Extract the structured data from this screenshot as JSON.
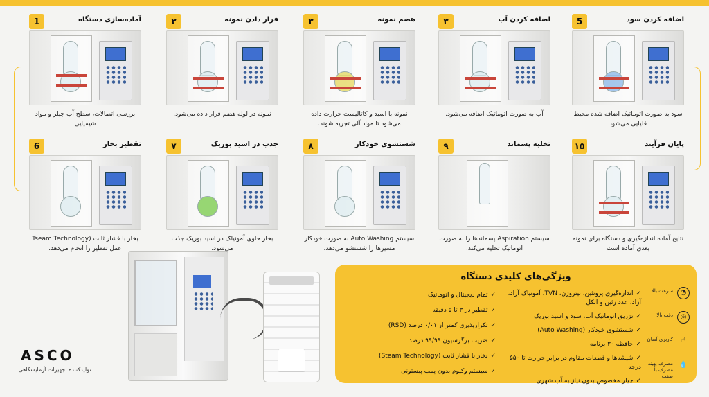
{
  "colors": {
    "accent": "#f6c230",
    "text": "#1e1e1e",
    "screen": "#3f6fd0"
  },
  "steps": [
    {
      "num": "1",
      "title": "آماده‌سازی دستگاه",
      "desc": "بررسی اتصالات، سطح آب چیلر و مواد شیمیایی"
    },
    {
      "num": "۲",
      "title": "قرار دادن نمونه",
      "desc": "نمونه در لوله هضم قرار داده می‌شود."
    },
    {
      "num": "۳",
      "title": "هضم نمونه",
      "desc": "نمونه با اسید و کاتالیست حرارت داده می‌شود تا مواد آلی تجزیه شوند."
    },
    {
      "num": "۳",
      "title": "اضافه کردن آب",
      "desc": "آب به صورت اتوماتیک اضافه می‌شود."
    },
    {
      "num": "5",
      "title": "اضافه کردن سود",
      "desc": "سود به صورت اتوماتیک اضافه شده محیط قلیایی می‌شود"
    },
    {
      "num": "6",
      "title": "تقطیر بخار",
      "desc": "بخار با فشار ثابت (Tseam Technology عمل تقطیر را انجام می‌دهد."
    },
    {
      "num": "۷",
      "title": "جذب در اسید بوریک",
      "desc": "بخار حاوی آمونیاک در اسید بوریک جذب می‌شود."
    },
    {
      "num": "۸",
      "title": "شستشوی خودکار",
      "desc": "سیستم Auto Washing به صورت خودکار مسیرها را شستشو می‌دهد."
    },
    {
      "num": "۹",
      "title": "تخلیه پسماند",
      "desc": "سیستم Aspiration پسماندها را به صورت اتوماتیک تخلیه می‌کند."
    },
    {
      "num": "۱۵",
      "title": "پایان فرآیند",
      "desc": "نتایج آماده اندازه‌گیری و دستگاه برای نمونه بعدی آماده است"
    }
  ],
  "brand": {
    "logo": "ASCO",
    "tagline": "تولیدکننده تجهیزات آزمایشگاهی"
  },
  "features": {
    "title": "ویژگی‌های کلیدی دستگاه",
    "icons": [
      {
        "icon": "speed-icon",
        "label": "سرعت بالا"
      },
      {
        "icon": "target-icon",
        "label": "دقت بالا"
      },
      {
        "icon": "hand-pointer-icon",
        "label": "کاربری آسان"
      },
      {
        "icon": "drop-icon",
        "label": "مصرف بهینه مصرف با صفت"
      }
    ],
    "right_list": [
      "اندازه‌گیری پروتئین، نیتروژن، TVN، آمونیاک آزاد، آزاد، عدد زئین و الکل",
      "تزریق اتوماتیک آب، سود و اسید بوریک",
      "شستشوی خودکار (Auto Washing)",
      "حافظه ۳۰ برنامه",
      "شیشه‌ها و قطعات مقاوم در برابر حرارت تا ۵۵۰ درجه",
      "چیلر مخصوص بدون نیاز به آب شهری"
    ],
    "left_list": [
      "تمام دیجیتال و اتوماتیک",
      "تقطیر در ۳ تا ۵ دقیقه",
      "تکرارپذیری کمتر از ۰/۰۱ درصد (RSD)",
      "ضریب برگرسیون ۹۹/۹۹ درصد",
      "بخار با فشار ثابت (Steam Technology)",
      "سیستم وکیوم بدون پمپ پیستونی"
    ]
  }
}
